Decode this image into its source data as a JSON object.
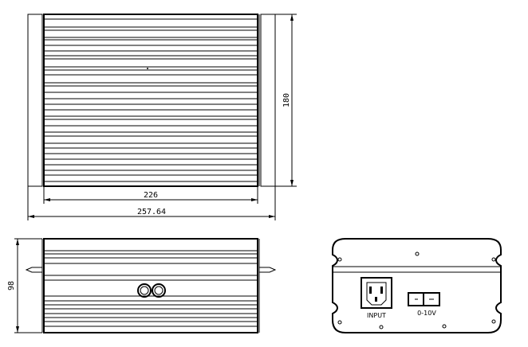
{
  "dimensions": {
    "width_inner": "226",
    "width_overall": "257.64",
    "depth": "180",
    "height": "98"
  },
  "connector_panel": {
    "input_label": "INPUT",
    "control_label": "0-10V"
  }
}
